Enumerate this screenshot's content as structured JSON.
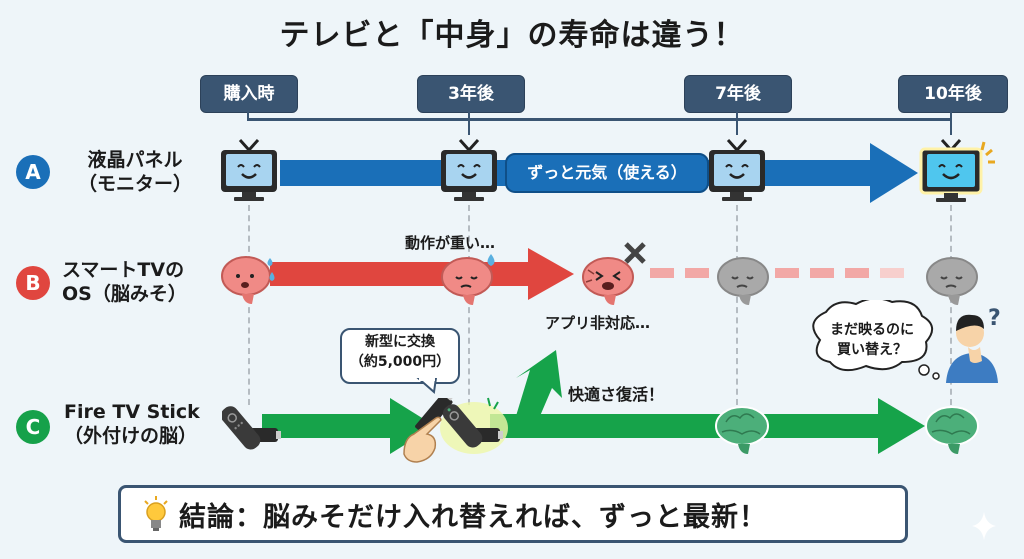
{
  "title": "テレビと「中身」の寿命は違う！",
  "timeline": {
    "points": [
      {
        "label": "購入時"
      },
      {
        "label": "3年後"
      },
      {
        "label": "7年後"
      },
      {
        "label": "10年後"
      }
    ]
  },
  "rows": [
    {
      "badge": "A",
      "badge_color": "#1a6fb8",
      "label_line1": "液晶パネル",
      "label_line2": "（モニター）",
      "arrow_color": "#1a6fb8",
      "pill": "ずっと元気（使える）"
    },
    {
      "badge": "B",
      "badge_color": "#e0463f",
      "label_line1": "スマートTVの",
      "label_line2": "OS（脳みそ）",
      "arrow_color": "#e0463f",
      "note_slow": "動作が重い…",
      "note_unsupported": "アプリ非対応…"
    },
    {
      "badge": "C",
      "badge_color": "#16a14a",
      "label_line1": "Fire TV Stick",
      "label_line2": "（外付けの脳）",
      "arrow_color": "#16a34a",
      "callout_line1": "新型に交換",
      "callout_line2": "（約5,000円）",
      "note_restored": "快適さ復活！"
    }
  ],
  "thought": {
    "line1": "まだ映るのに",
    "line2": "買い替え？"
  },
  "conclusion": "結論：脳みそだけ入れ替えれば、ずっと最新！",
  "colors": {
    "background": "#eef5f9",
    "timeline": "#3a5572",
    "brain_pink": "#f08a86",
    "brain_gray": "#a9a9a9",
    "brain_green": "#4caf7a"
  }
}
